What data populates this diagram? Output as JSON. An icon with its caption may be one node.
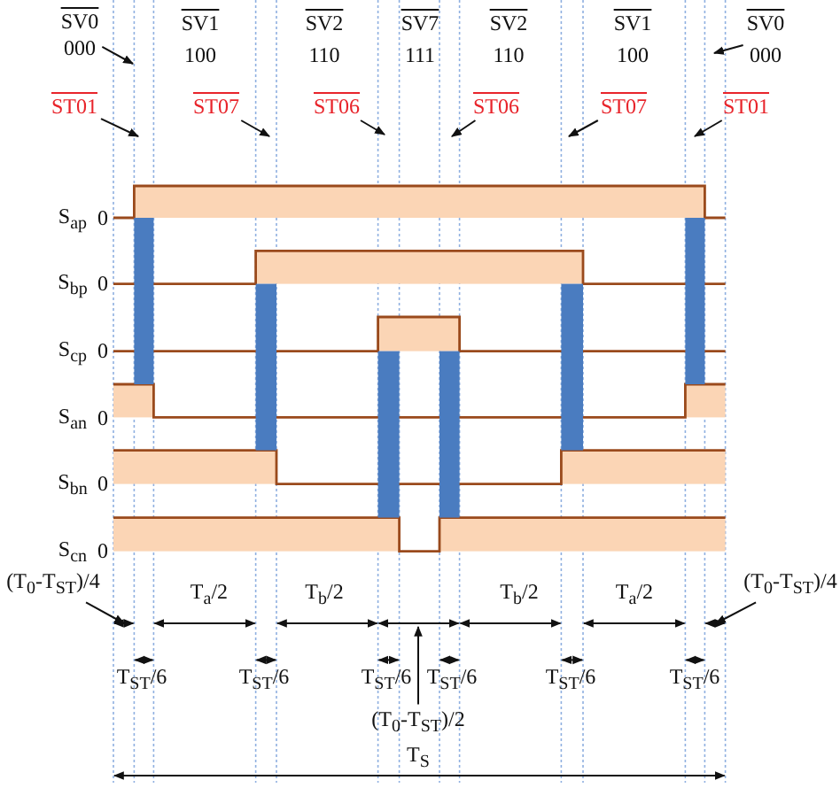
{
  "diagram": {
    "nodes": [
      {
        "text": [
          "SV0",
          "000"
        ]
      },
      {
        "text": [
          "ST01"
        ]
      },
      {
        "text": [
          "ST07"
        ]
      },
      {
        "text": [
          "ST06"
        ]
      },
      {
        "text": [
          "ST06"
        ]
      },
      {
        "text": [
          "ST07"
        ]
      },
      {
        "text": [
          "ST01"
        ]
      },
      {
        "text": [
          "SV0",
          "000"
        ]
      },
      {
        "text": [
          "(T$_{0}$-T$_{ST}$)/4"
        ]
      },
      {
        "text": [
          "(T$_{0}$-T$_{ST}$)/4"
        ]
      },
      {
        "text": [
          "(T$_{0}$-T$_{ST}$)/2"
        ]
      }
    ],
    "edges": [
      {
        "from": 0,
        "to": null,
        "arrow": "to"
      },
      {
        "from": 1,
        "to": null,
        "arrow": "to"
      },
      {
        "from": 2,
        "to": null,
        "arrow": "to"
      },
      {
        "from": 3,
        "to": null,
        "arrow": "to"
      },
      {
        "from": 4,
        "to": null,
        "arrow": "to"
      },
      {
        "from": 5,
        "to": null,
        "arrow": "to"
      },
      {
        "from": 6,
        "to": null,
        "arrow": "to"
      },
      {
        "from": 7,
        "to": null,
        "arrow": "to"
      },
      {
        "from": 8,
        "to": null,
        "arrow": "to"
      },
      {
        "from": 9,
        "to": null,
        "arrow": "to"
      },
      {
        "from": 10,
        "to": null,
        "arrow": "to"
      }
    ],
    "labels": [
      "SV1",
      "100",
      "SV2",
      "110",
      "SV7",
      "111",
      "SV2",
      "110",
      "SV1",
      "100",
      "S$_{ap}$",
      "0",
      "S$_{bp}$",
      "0",
      "S$_{cp}$",
      "0",
      "S$_{an}$",
      "0",
      "S$_{bn}$",
      "0",
      "S$_{cn}$",
      "0",
      "T$_{a}$/2",
      "T$_{b}$/2",
      "T$_{b}$/2",
      "T$_{a}$/2",
      "T$_{ST}$/6",
      "T$_{ST}$/6",
      "T$_{ST}$/6",
      "T$_{ST}$/6",
      "T$_{ST}$/6",
      "T$_{ST}$/6",
      "T$_{S}$"
    ]
  }
}
